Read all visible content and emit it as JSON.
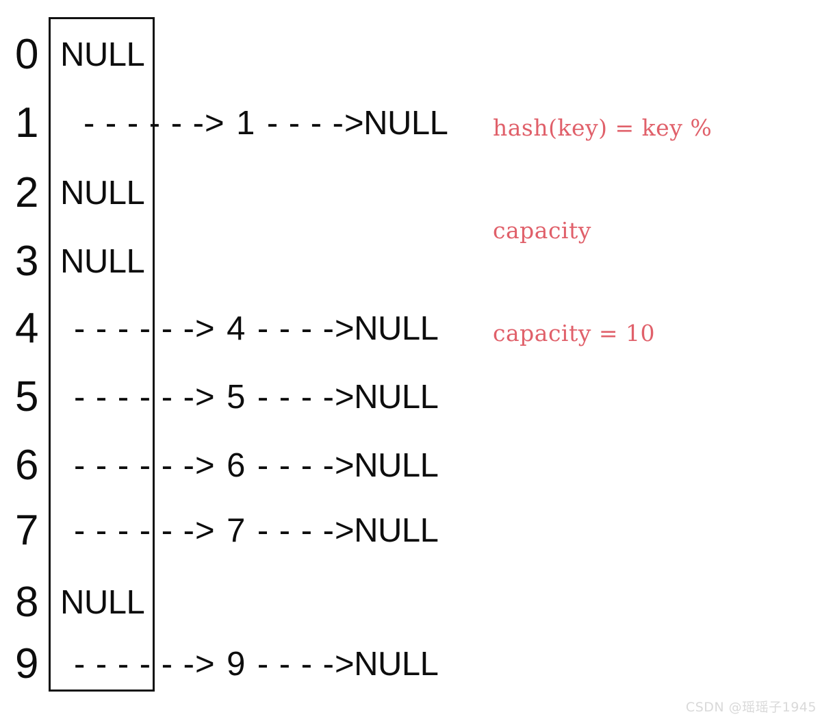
{
  "diagram": {
    "title": "hash table separate chaining diagram",
    "capacity": 10,
    "array_box": {
      "border_color": "#111111"
    },
    "buckets": [
      {
        "index": "0",
        "type": "empty",
        "null_label": "NULL",
        "key": "",
        "chain_dashes_long": "",
        "arrow": "",
        "chain_dashes_short": "",
        "tail": ""
      },
      {
        "index": "1",
        "type": "chain",
        "null_label": "",
        "key": "1",
        "chain_dashes_long": "- - - - - -",
        "arrow": ">",
        "chain_dashes_short": "- - - -",
        "tail": "NULL"
      },
      {
        "index": "2",
        "type": "empty",
        "null_label": "NULL",
        "key": "",
        "chain_dashes_long": "",
        "arrow": "",
        "chain_dashes_short": "",
        "tail": ""
      },
      {
        "index": "3",
        "type": "empty",
        "null_label": "NULL",
        "key": "",
        "chain_dashes_long": "",
        "arrow": "",
        "chain_dashes_short": "",
        "tail": ""
      },
      {
        "index": "4",
        "type": "chain",
        "null_label": "",
        "key": "4",
        "chain_dashes_long": "- - - - - -",
        "arrow": ">",
        "chain_dashes_short": "- - - -",
        "tail": "NULL"
      },
      {
        "index": "5",
        "type": "chain",
        "null_label": "",
        "key": "5",
        "chain_dashes_long": "- - - - - -",
        "arrow": ">",
        "chain_dashes_short": "- - - -",
        "tail": "NULL"
      },
      {
        "index": "6",
        "type": "chain",
        "null_label": "",
        "key": "6",
        "chain_dashes_long": "- - - - - -",
        "arrow": ">",
        "chain_dashes_short": "- - - -",
        "tail": "NULL"
      },
      {
        "index": "7",
        "type": "chain",
        "null_label": "",
        "key": "7",
        "chain_dashes_long": "- - - - - -",
        "arrow": ">",
        "chain_dashes_short": "- - - -",
        "tail": "NULL"
      },
      {
        "index": "8",
        "type": "empty",
        "null_label": "NULL",
        "key": "",
        "chain_dashes_long": "",
        "arrow": "",
        "chain_dashes_short": "",
        "tail": ""
      },
      {
        "index": "9",
        "type": "chain",
        "null_label": "",
        "key": "9",
        "chain_dashes_long": "- - - - - -",
        "arrow": ">",
        "chain_dashes_short": "- - - -",
        "tail": "NULL"
      }
    ]
  },
  "annotation": {
    "color": "#e0606a",
    "line1": "hash(key) = key %",
    "line2": "capacity",
    "line3": "capacity = 10"
  },
  "watermark": {
    "text": "CSDN @瑶瑶子1945",
    "color": "#d9d9d9"
  }
}
